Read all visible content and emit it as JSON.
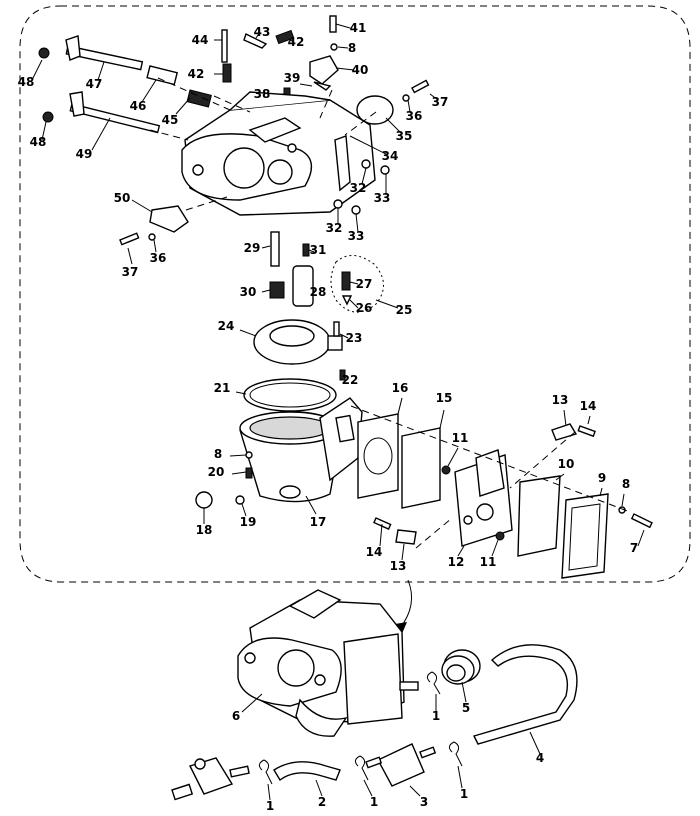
{
  "labels": [
    "1",
    "2",
    "3",
    "4",
    "5",
    "6",
    "7",
    "8",
    "9",
    "10",
    "11",
    "12",
    "13",
    "14",
    "15",
    "16",
    "17",
    "18",
    "19",
    "20",
    "21",
    "22",
    "23",
    "24",
    "25",
    "26",
    "27",
    "28",
    "29",
    "30",
    "31",
    "32",
    "33",
    "34",
    "35",
    "36",
    "37",
    "38",
    "39",
    "40",
    "41",
    "42",
    "43",
    "44",
    "45",
    "46",
    "47",
    "48",
    "49",
    "50"
  ],
  "colors": {
    "ink": "#000000",
    "paper": "#ffffff",
    "shade": "#d8d8d8"
  }
}
